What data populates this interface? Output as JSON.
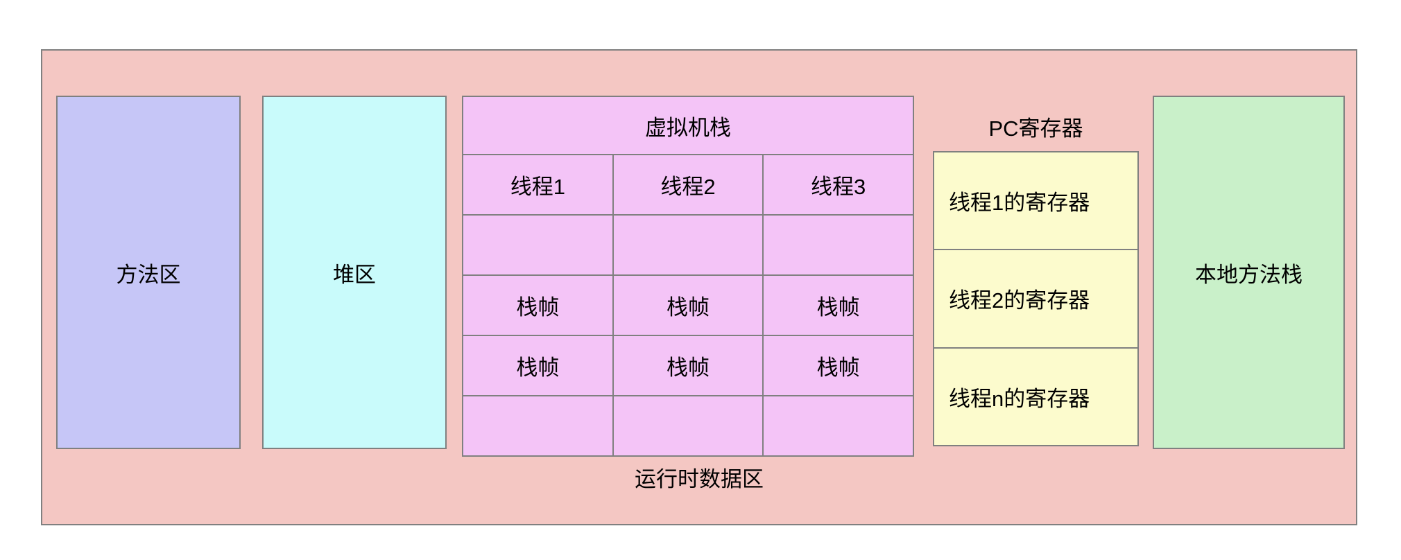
{
  "diagram": {
    "title": "运行时数据区",
    "outer_region_label": "运行时数据区",
    "colors": {
      "outer_background": "#f4c7c3",
      "method_area": "#c6c6f7",
      "heap_area": "#c9fbfb",
      "vm_stack": "#f4c4f7",
      "pc_register": "#fcfbcd",
      "native_method_stack": "#c9f0c9",
      "border": "#808080",
      "text": "#000000"
    }
  },
  "method_area": {
    "label": "方法区"
  },
  "heap_area": {
    "label": "堆区"
  },
  "vm_stack": {
    "title": "虚拟机栈",
    "columns": [
      "线程1",
      "线程2",
      "线程3"
    ],
    "rows": [
      [
        "线程1",
        "线程2",
        "线程3"
      ],
      [
        "",
        "",
        ""
      ],
      [
        "栈帧",
        "栈帧",
        "栈帧"
      ],
      [
        "栈帧",
        "栈帧",
        "栈帧"
      ],
      [
        "",
        "",
        ""
      ]
    ]
  },
  "pc_register": {
    "title": "PC寄存器",
    "items": [
      {
        "label": "线程1的寄存器"
      },
      {
        "label": "线程2的寄存器"
      },
      {
        "label": "线程n的寄存器"
      }
    ]
  },
  "native_method_stack": {
    "label": "本地方法栈"
  }
}
